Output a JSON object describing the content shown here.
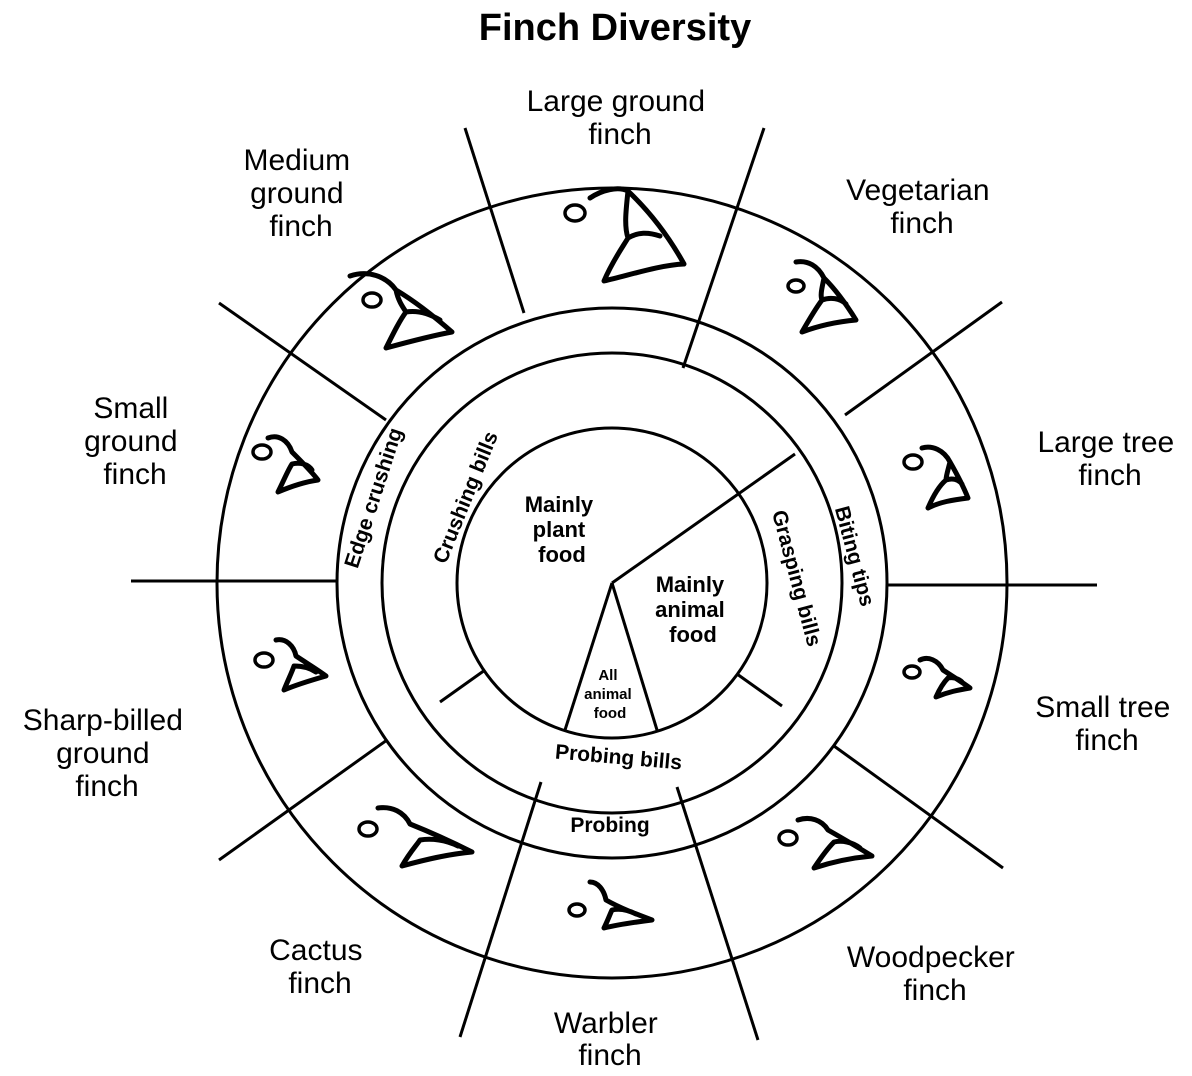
{
  "title": "Finch Diversity",
  "center": {
    "plant": [
      "Mainly",
      "plant",
      "food"
    ],
    "animal": [
      "Mainly",
      "animal",
      "food"
    ],
    "all_animal": [
      "All",
      "animal",
      "food"
    ]
  },
  "bill_ring": {
    "crushing": "Crushing bills",
    "grasping": "Grasping bills",
    "probing": "Probing bills"
  },
  "tip_ring": {
    "edge_crushing": "Edge crushing",
    "biting_tips": "Biting tips",
    "probing": "Probing"
  },
  "finches": {
    "large_ground": [
      "Large ground",
      "finch"
    ],
    "vegetarian": [
      "Vegetarian",
      "finch"
    ],
    "large_tree": [
      "Large tree",
      "finch"
    ],
    "small_tree": [
      "Small tree",
      "finch"
    ],
    "woodpecker": [
      "Woodpecker",
      "finch"
    ],
    "warbler": [
      "Warbler",
      "finch"
    ],
    "cactus": [
      "Cactus",
      "finch"
    ],
    "sharp_billed_ground": [
      "Sharp-billed",
      "ground",
      "finch"
    ],
    "small_ground": [
      "Small",
      "ground",
      "finch"
    ],
    "medium_ground": [
      "Medium",
      "ground",
      "finch"
    ]
  },
  "colors": {
    "ink": "#000000",
    "paper": "#ffffff"
  }
}
